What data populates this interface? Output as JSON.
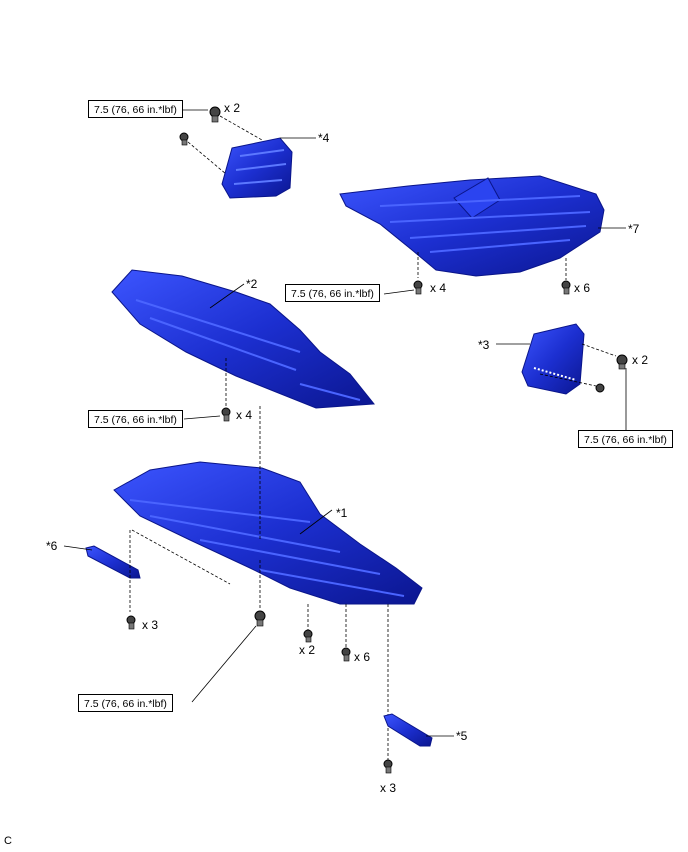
{
  "torque_spec": "7.5 (76, 66 in.*lbf)",
  "parts": {
    "p1": "*1",
    "p2": "*2",
    "p3": "*3",
    "p4": "*4",
    "p5": "*5",
    "p6": "*6",
    "p7": "*7"
  },
  "quantities": {
    "q_p4_bolts": "x 2",
    "q_p7_left": "x 4",
    "q_p7_right": "x 6",
    "q_p3_bolts": "x 2",
    "q_p2_bolts": "x 4",
    "q_p6_bolts": "x 3",
    "q_p1_mid": "x 2",
    "q_p1_right": "x 6",
    "q_p5_bolts": "x 3"
  },
  "figure_code": "C",
  "colors": {
    "part_fill": "#1c2fd0",
    "part_dark": "#0a158a",
    "part_light": "#4a64ff"
  }
}
